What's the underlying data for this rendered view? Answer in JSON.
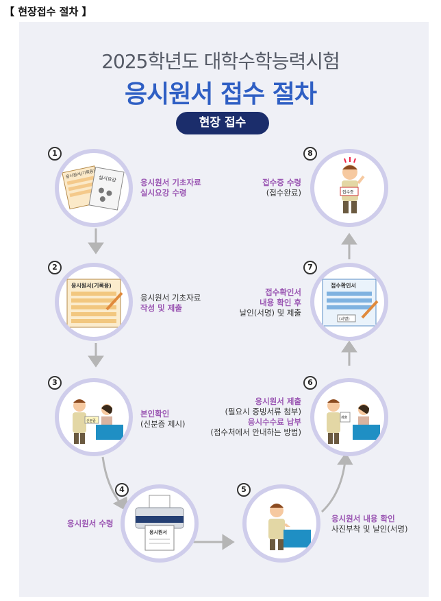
{
  "section_title": "【 현장접수 절차 】",
  "poster": {
    "title_year": "2025학년도 대학수학능력시험",
    "title_main": "응시원서 접수 절차",
    "badge": "현장 접수"
  },
  "steps": [
    {
      "num": "1",
      "lines": [
        {
          "text": "응시원서 기초자료",
          "style": "p"
        },
        {
          "text": "실시요강 수령",
          "style": "p"
        }
      ],
      "image_text": [
        "응시원서(기록용)",
        "실시요강"
      ]
    },
    {
      "num": "2",
      "lines": [
        {
          "text": "응시원서 기초자료",
          "style": "d"
        },
        {
          "text": "작성 및 제출",
          "style": "p"
        }
      ],
      "image_text": [
        "응시원서(기록용)"
      ]
    },
    {
      "num": "3",
      "lines": [
        {
          "text": "본인확인",
          "style": "p"
        },
        {
          "text": "(신분증 제시)",
          "style": "d"
        }
      ],
      "image_text": [
        "신분증"
      ]
    },
    {
      "num": "4",
      "lines": [
        {
          "text": "응시원서 수령",
          "style": "p"
        }
      ],
      "image_text": [
        "응시원서"
      ]
    },
    {
      "num": "5",
      "lines": [
        {
          "text": "응시원서 내용 확인",
          "style": "p"
        },
        {
          "text": "사진부착 및 날인(서명)",
          "style": "d"
        }
      ],
      "image_text": []
    },
    {
      "num": "6",
      "lines": [
        {
          "text": "응시원서 제출",
          "style": "p"
        },
        {
          "text": "(필요시 증빙서류 첨부)",
          "style": "d"
        },
        {
          "text": "응시수수료 납부",
          "style": "p"
        },
        {
          "text": "(접수처에서 안내하는 방법)",
          "style": "d"
        }
      ],
      "image_text": [
        "제출"
      ]
    },
    {
      "num": "7",
      "lines": [
        {
          "text": "접수확인서",
          "style": "p"
        },
        {
          "text": "내용 확인 후",
          "style": "p"
        },
        {
          "text": "날인(서명) 및 제출",
          "style": "d"
        }
      ],
      "image_text": [
        "접수확인서",
        "(서명)"
      ]
    },
    {
      "num": "8",
      "lines": [
        {
          "text": "접수증 수령",
          "style": "p"
        },
        {
          "text": "(접수완료)",
          "style": "d"
        }
      ],
      "image_text": [
        "접수증"
      ]
    }
  ],
  "colors": {
    "circle_border": "#cfcdeb",
    "purple_text": "#9b57b3",
    "title_blue": "#2f5fc4",
    "badge_navy": "#1b2d6b",
    "panel_bg": "#eff0f6"
  }
}
